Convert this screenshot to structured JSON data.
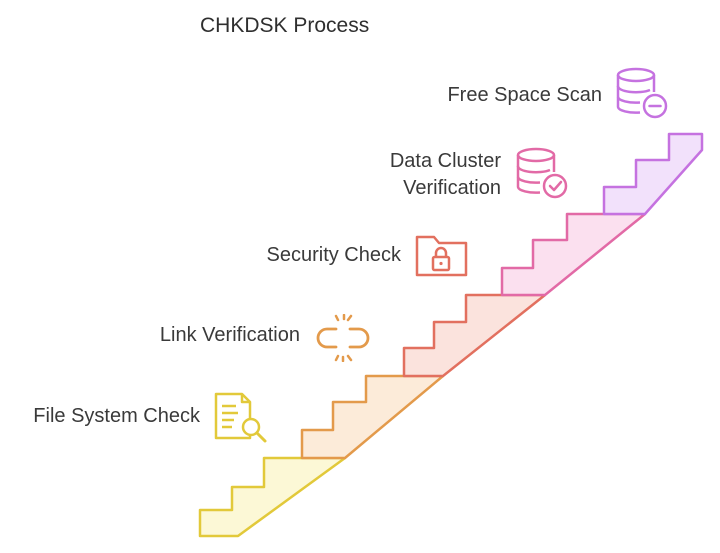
{
  "title": "CHKDSK Process",
  "steps": [
    {
      "label": "File System Check",
      "icon": "document-search-icon",
      "color": "#e2c93a"
    },
    {
      "label": "Link Verification",
      "icon": "broken-link-icon",
      "color": "#e39a4b"
    },
    {
      "label": "Security Check",
      "icon": "locked-folder-icon",
      "color": "#e2705f"
    },
    {
      "label_lines": [
        "Data Cluster",
        "Verification"
      ],
      "icon": "database-check-icon",
      "color": "#e26aa6"
    },
    {
      "label": "Free Space Scan",
      "icon": "database-minus-icon",
      "color": "#c572e0"
    }
  ]
}
